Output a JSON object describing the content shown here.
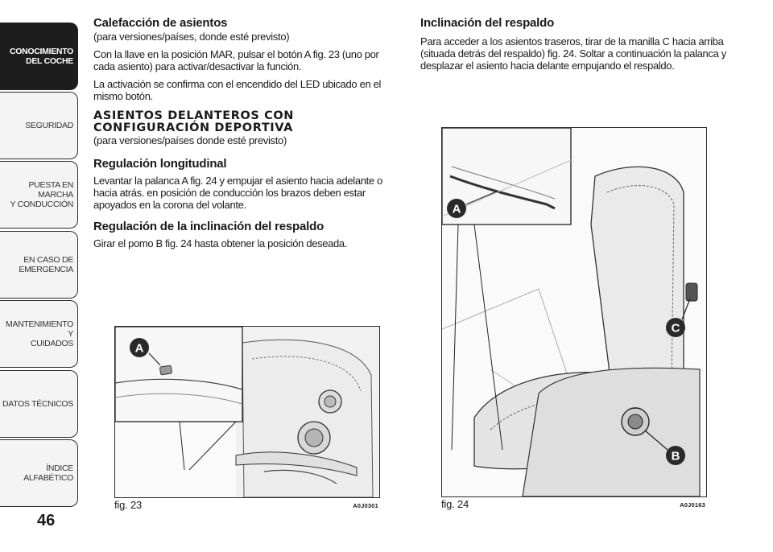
{
  "sidebar": {
    "tabs": [
      {
        "label": "CONOCIMIENTO\nDEL COCHE",
        "active": true
      },
      {
        "label": "SEGURIDAD",
        "active": false
      },
      {
        "label": "PUESTA EN MARCHA\nY CONDUCCIÓN",
        "active": false
      },
      {
        "label": "EN CASO DE\nEMERGENCIA",
        "active": false
      },
      {
        "label": "MANTENIMIENTO Y\nCUIDADOS",
        "active": false
      },
      {
        "label": "DATOS TÉCNICOS",
        "active": false
      },
      {
        "label": "ÍNDICE ALFABÉTICO",
        "active": false
      }
    ],
    "page_number": "46"
  },
  "left": {
    "s1_title": "Calefacción de asientos",
    "s1_note": "(para versiones/países, donde esté previsto)",
    "s1_p1": "Con la llave en la posición MAR, pulsar el botón A fig. 23 (uno por cada asiento) para activar/desactivar la función.",
    "s1_p2": "La activación se confirma con el encendido del LED ubicado en el mismo botón.",
    "s2_title_line1": "ASIENTOS DELANTEROS CON",
    "s2_title_line2": "CONFIGURACIÓN DEPORTIVA",
    "s2_note": "(para versiones/países donde esté previsto)",
    "s3_title": "Regulación longitudinal",
    "s3_p1": "Levantar la palanca A fig. 24 y empujar el asiento hacia adelante o hacia atrás. en posición de conducción los brazos deben estar apoyados en la corona del volante.",
    "s4_title": "Regulación de la inclinación del respaldo",
    "s4_p1": "Girar el pomo B fig. 24 hasta obtener la posición deseada."
  },
  "right": {
    "s1_title": "Inclinación del respaldo",
    "s1_p1": "Para acceder a los asientos traseros, tirar de la manilla C hacia arriba (situada detrás del respaldo) fig. 24. Soltar a continuación la palanca y desplazar el asiento hacia delante empujando el respaldo."
  },
  "fig23": {
    "caption": "fig. 23",
    "code": "A0J0301",
    "callout_a": "A"
  },
  "fig24": {
    "caption": "fig. 24",
    "code": "A0J0163",
    "callout_a": "A",
    "callout_b": "B",
    "callout_c": "C"
  }
}
